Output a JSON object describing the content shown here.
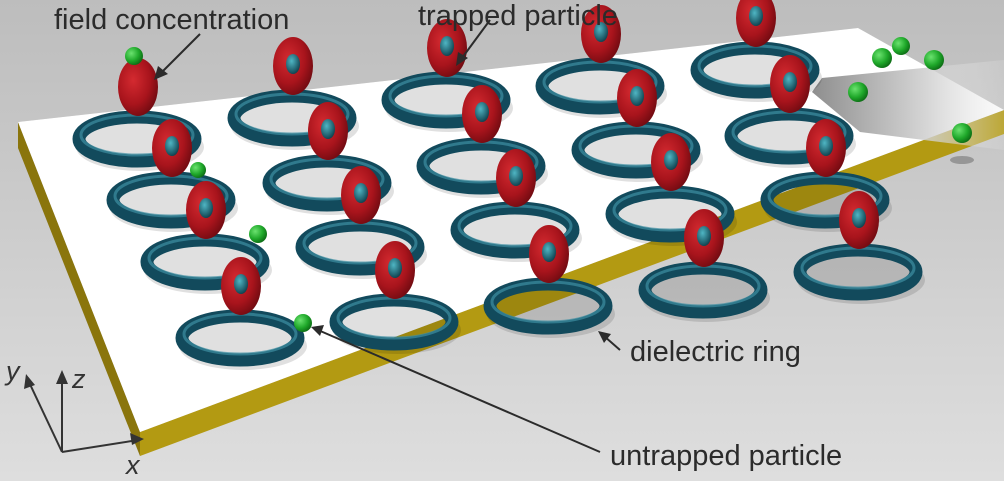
{
  "labels": {
    "field_concentration": "field concentration",
    "trapped_particle": "trapped particle",
    "dielectric_ring": "dielectric ring",
    "untrapped_particle": "untrapped particle"
  },
  "axes": {
    "x": "x",
    "y": "y",
    "z": "z"
  },
  "colors": {
    "background": "#c9c9c9",
    "substrate_top": "#ffffff",
    "substrate_edge": "#b39a12",
    "ring": "#124a5c",
    "field_hotspot": "#a8141c",
    "particle": "#1fa82a",
    "light_beam": "#d8d8d8"
  }
}
